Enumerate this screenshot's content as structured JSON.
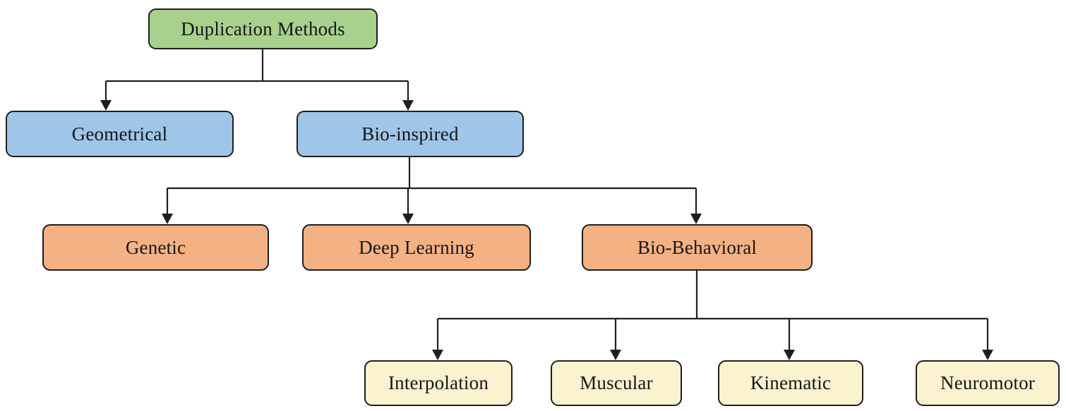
{
  "diagram": {
    "type": "flowchart-tree",
    "background": "#ffffff",
    "line_color": "#1f1f1f",
    "text_color": "#161616",
    "node_border_color": "#1f1f1f",
    "palette": {
      "level1_green": "#a9d18e",
      "level2_blue": "#9fc5e8",
      "level3_orange": "#f4b183",
      "level4_cream": "#fbf2cf"
    },
    "nodes": {
      "root": {
        "label": "Duplication Methods",
        "fill": "#a9d18e",
        "level": 1
      },
      "geometrical": {
        "label": "Geometrical",
        "fill": "#9fc5e8",
        "level": 2
      },
      "bio_inspired": {
        "label": "Bio-inspired",
        "fill": "#9fc5e8",
        "level": 2
      },
      "genetic": {
        "label": "Genetic",
        "fill": "#f4b183",
        "level": 3
      },
      "deep_learning": {
        "label": "Deep Learning",
        "fill": "#f4b183",
        "level": 3
      },
      "bio_behavioral": {
        "label": "Bio-Behavioral",
        "fill": "#f4b183",
        "level": 3
      },
      "interpolation": {
        "label": "Interpolation",
        "fill": "#fbf2cf",
        "level": 4
      },
      "muscular": {
        "label": "Muscular",
        "fill": "#fbf2cf",
        "level": 4
      },
      "kinematic": {
        "label": "Kinematic",
        "fill": "#fbf2cf",
        "level": 4
      },
      "neuromotor": {
        "label": "Neuromotor",
        "fill": "#fbf2cf",
        "level": 4
      }
    },
    "edges": [
      {
        "from": "root",
        "to": "geometrical"
      },
      {
        "from": "root",
        "to": "bio_inspired"
      },
      {
        "from": "bio_inspired",
        "to": "genetic"
      },
      {
        "from": "bio_inspired",
        "to": "deep_learning"
      },
      {
        "from": "bio_inspired",
        "to": "bio_behavioral"
      },
      {
        "from": "bio_behavioral",
        "to": "interpolation"
      },
      {
        "from": "bio_behavioral",
        "to": "muscular"
      },
      {
        "from": "bio_behavioral",
        "to": "kinematic"
      },
      {
        "from": "bio_behavioral",
        "to": "neuromotor"
      }
    ]
  }
}
